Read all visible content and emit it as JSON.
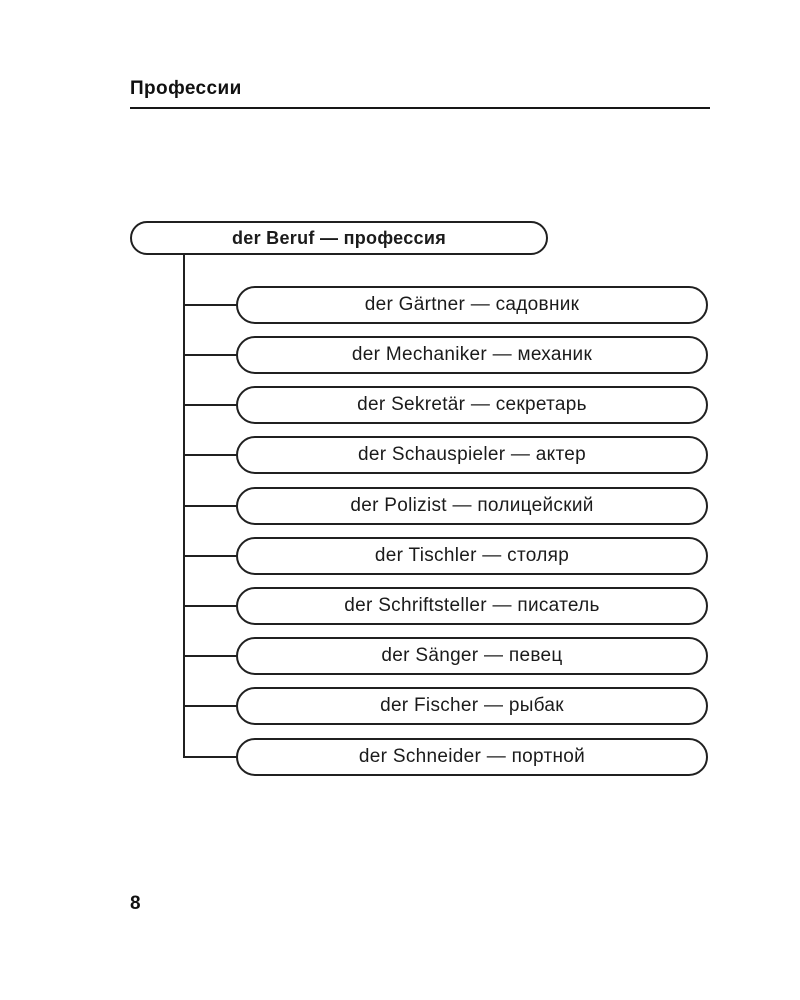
{
  "header": {
    "title": "Профессии"
  },
  "tree": {
    "root": {
      "label": "der Beruf — профессия"
    },
    "children": [
      {
        "label": "der Gärtner — садовник"
      },
      {
        "label": "der Mechaniker — механик"
      },
      {
        "label": "der Sekretär — секретарь"
      },
      {
        "label": "der Schauspieler — актер"
      },
      {
        "label": "der Polizist — полицейский"
      },
      {
        "label": "der Tischler — столяр"
      },
      {
        "label": "der Schriftsteller — писатель"
      },
      {
        "label": "der Sänger — певец"
      },
      {
        "label": "der Fischer — рыбак"
      },
      {
        "label": "der Schneider — портной"
      }
    ]
  },
  "footer": {
    "page_number": "8"
  },
  "colors": {
    "ink": "#1b1b1b",
    "border": "#202020",
    "background": "#ffffff"
  }
}
